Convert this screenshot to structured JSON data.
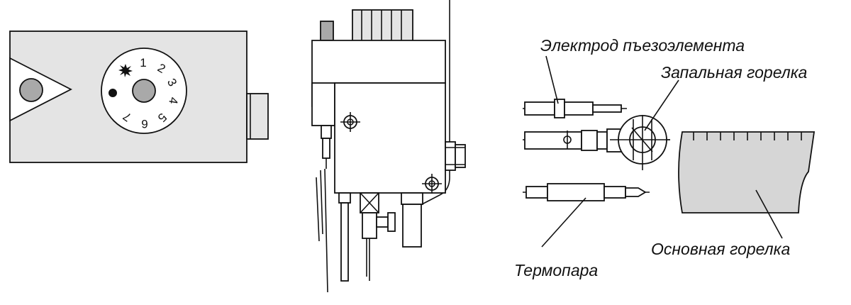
{
  "labels": {
    "electrode": "Электрод пъезоэлемента",
    "pilot_burner": "Запальная горелка",
    "thermocouple": "Термопара",
    "main_burner": "Основная горелка"
  },
  "dial": {
    "numbers": [
      "1",
      "2",
      "3",
      "4",
      "5",
      "6",
      "7"
    ]
  },
  "colors": {
    "panel_fill": "#e4e4e4",
    "knob_fill": "#a9a9a9",
    "burner_fill": "#d6d6d6",
    "line": "#111111"
  },
  "icons": [
    "ignition-spark-icon",
    "pilot-dot-icon",
    "crosshair-screw-icon"
  ]
}
